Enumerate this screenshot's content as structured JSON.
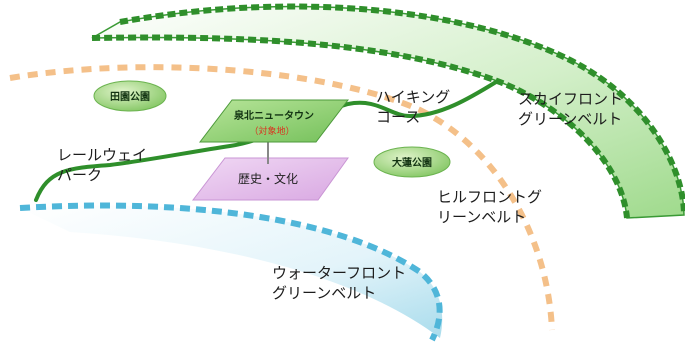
{
  "diagram": {
    "belts": {
      "sky": {
        "line1": "スカイフロント",
        "line2": "グリーンベルト",
        "color": "#3a9a35"
      },
      "hill": {
        "line1": "ヒルフロントグ",
        "line2": "リーンベルト",
        "color": "#f4c089"
      },
      "water": {
        "line1": "ウォーターフロント",
        "line2": "グリーンベルト",
        "color": "#6cc3dc"
      }
    },
    "trails": {
      "railway": {
        "line1": "レールウェイ",
        "line2": "パーク"
      },
      "hiking": {
        "line1": "ハイキング",
        "line2": "コース"
      }
    },
    "parks": {
      "denen": "田園公園",
      "oohasu": "大蓮公園"
    },
    "town": {
      "name": "泉北ニュータウン",
      "note": "（対象地）"
    },
    "history": "歴史・文化"
  }
}
